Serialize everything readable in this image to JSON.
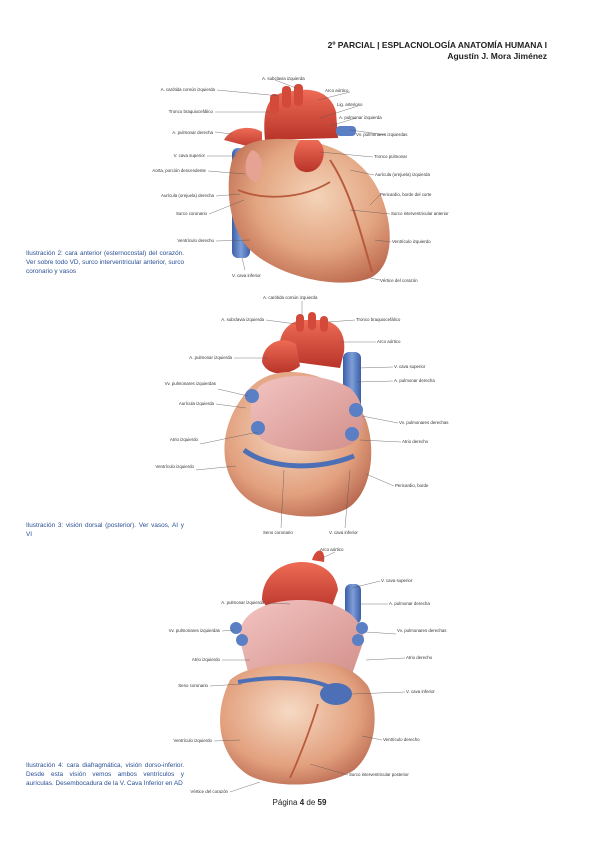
{
  "header": {
    "line1": "2º PARCIAL | ESPLACNOLOGÍA ANATOMÍA HUMANA I",
    "line2": "Agustín J. Mora Jiménez"
  },
  "figures": [
    {
      "caption": "Ilustración 2: cara anterior (esternocostal) del corazón. Ver sobre todo VD, surco interventricular anterior, surco coronario y vasos",
      "labels": [
        "A. subclavia izquierda",
        "A. carótida común izquierda",
        "Arco aórtico",
        "Lig. arterioso",
        "Tronco braquiocefálico",
        "A. pulmonar izquierda",
        "A. pulmonar derecha",
        "Vv. pulmonares izquierdas",
        "V. cava superior",
        "Tronco pulmonar",
        "Aorta, porción descendente",
        "Aurícula (orejuela) izquierda",
        "Aurícula (orejuela) derecha",
        "Pericardio, borde del corte",
        "Surco coronario",
        "Surco interventricular anterior",
        "Ventrículo derecho",
        "Ventrículo izquierdo",
        "V. cava inferior",
        "Vértice del corazón"
      ]
    },
    {
      "caption": "Ilustración 3: visión dorsal (posterior). Ver vasos, AI y VI",
      "labels": [
        "A. carótida común izquierda",
        "A. subclavia izquierda",
        "Tronco braquiocefálico",
        "Arco aórtico",
        "A. pulmonar izquierda",
        "V. cava superior",
        "A. pulmonar derecha",
        "Vv. pulmonares izquierdas",
        "Aurícula izquierda",
        "Vv. pulmonares derechas",
        "Atrio izquierdo",
        "Atrio derecho",
        "Ventrículo izquierdo",
        "Pericardio, borde",
        "Seno coronario",
        "V. cava inferior"
      ]
    },
    {
      "caption": "Ilustración 4: cara diafragmática, visión dorso-inferior. Desde esta visión vemos ambos ventrículos y aurículas. Desembocadura de la V. Cava Inferior en AD",
      "labels": [
        "Arco aórtico",
        "V. cava superior",
        "A. pulmonar izquierda",
        "A. pulmonar derecha",
        "Vv. pulmonares izquierdas",
        "Vv. pulmonares derechas",
        "Atrio izquierdo",
        "Atrio derecho",
        "Seno coronario",
        "V. cava inferior",
        "Ventrículo izquierdo",
        "Ventrículo derecho",
        "Surco interventricular posterior",
        "Vértice del corazón"
      ]
    }
  ],
  "footer": {
    "prefix": "Página",
    "page": "4",
    "mid": "de",
    "total": "59"
  },
  "colors": {
    "caption": "#2a4f95",
    "artery": "#d84a3a",
    "vein": "#5b7fc4",
    "myocardium": "#e7b08e"
  }
}
